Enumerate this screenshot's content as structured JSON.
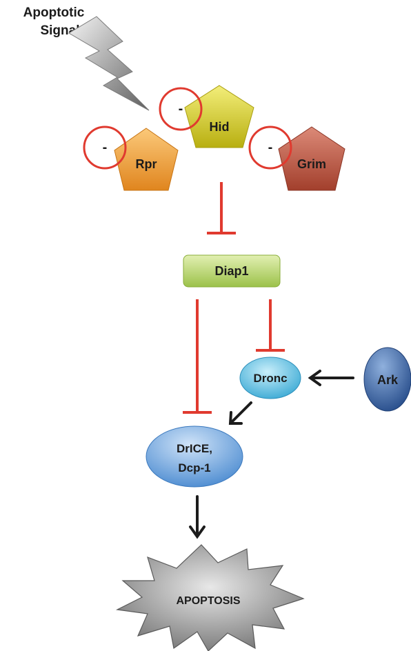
{
  "signal": {
    "line1": "Apoptotic",
    "line2": "Signal"
  },
  "nodes": {
    "hid": "Hid",
    "rpr": "Rpr",
    "grim": "Grim",
    "diap1": "Diap1",
    "dronc": "Dronc",
    "ark": "Ark",
    "drice_line1": "DrICE,",
    "drice_line2": "Dcp-1",
    "apoptosis": "APOPTOSIS"
  },
  "minus_symbol": "-",
  "colors": {
    "inhibit": "#e03a2f",
    "activate": "#1c1c1c",
    "hid": "#d9d021",
    "rpr": "#f2a03c",
    "grim": "#b5503c",
    "diap1": "#b8d86a",
    "dronc": "#6ac6e6",
    "ark": "#3b66a8",
    "drice": "#6da6e0",
    "apoptosis": "#9a9a9a"
  }
}
